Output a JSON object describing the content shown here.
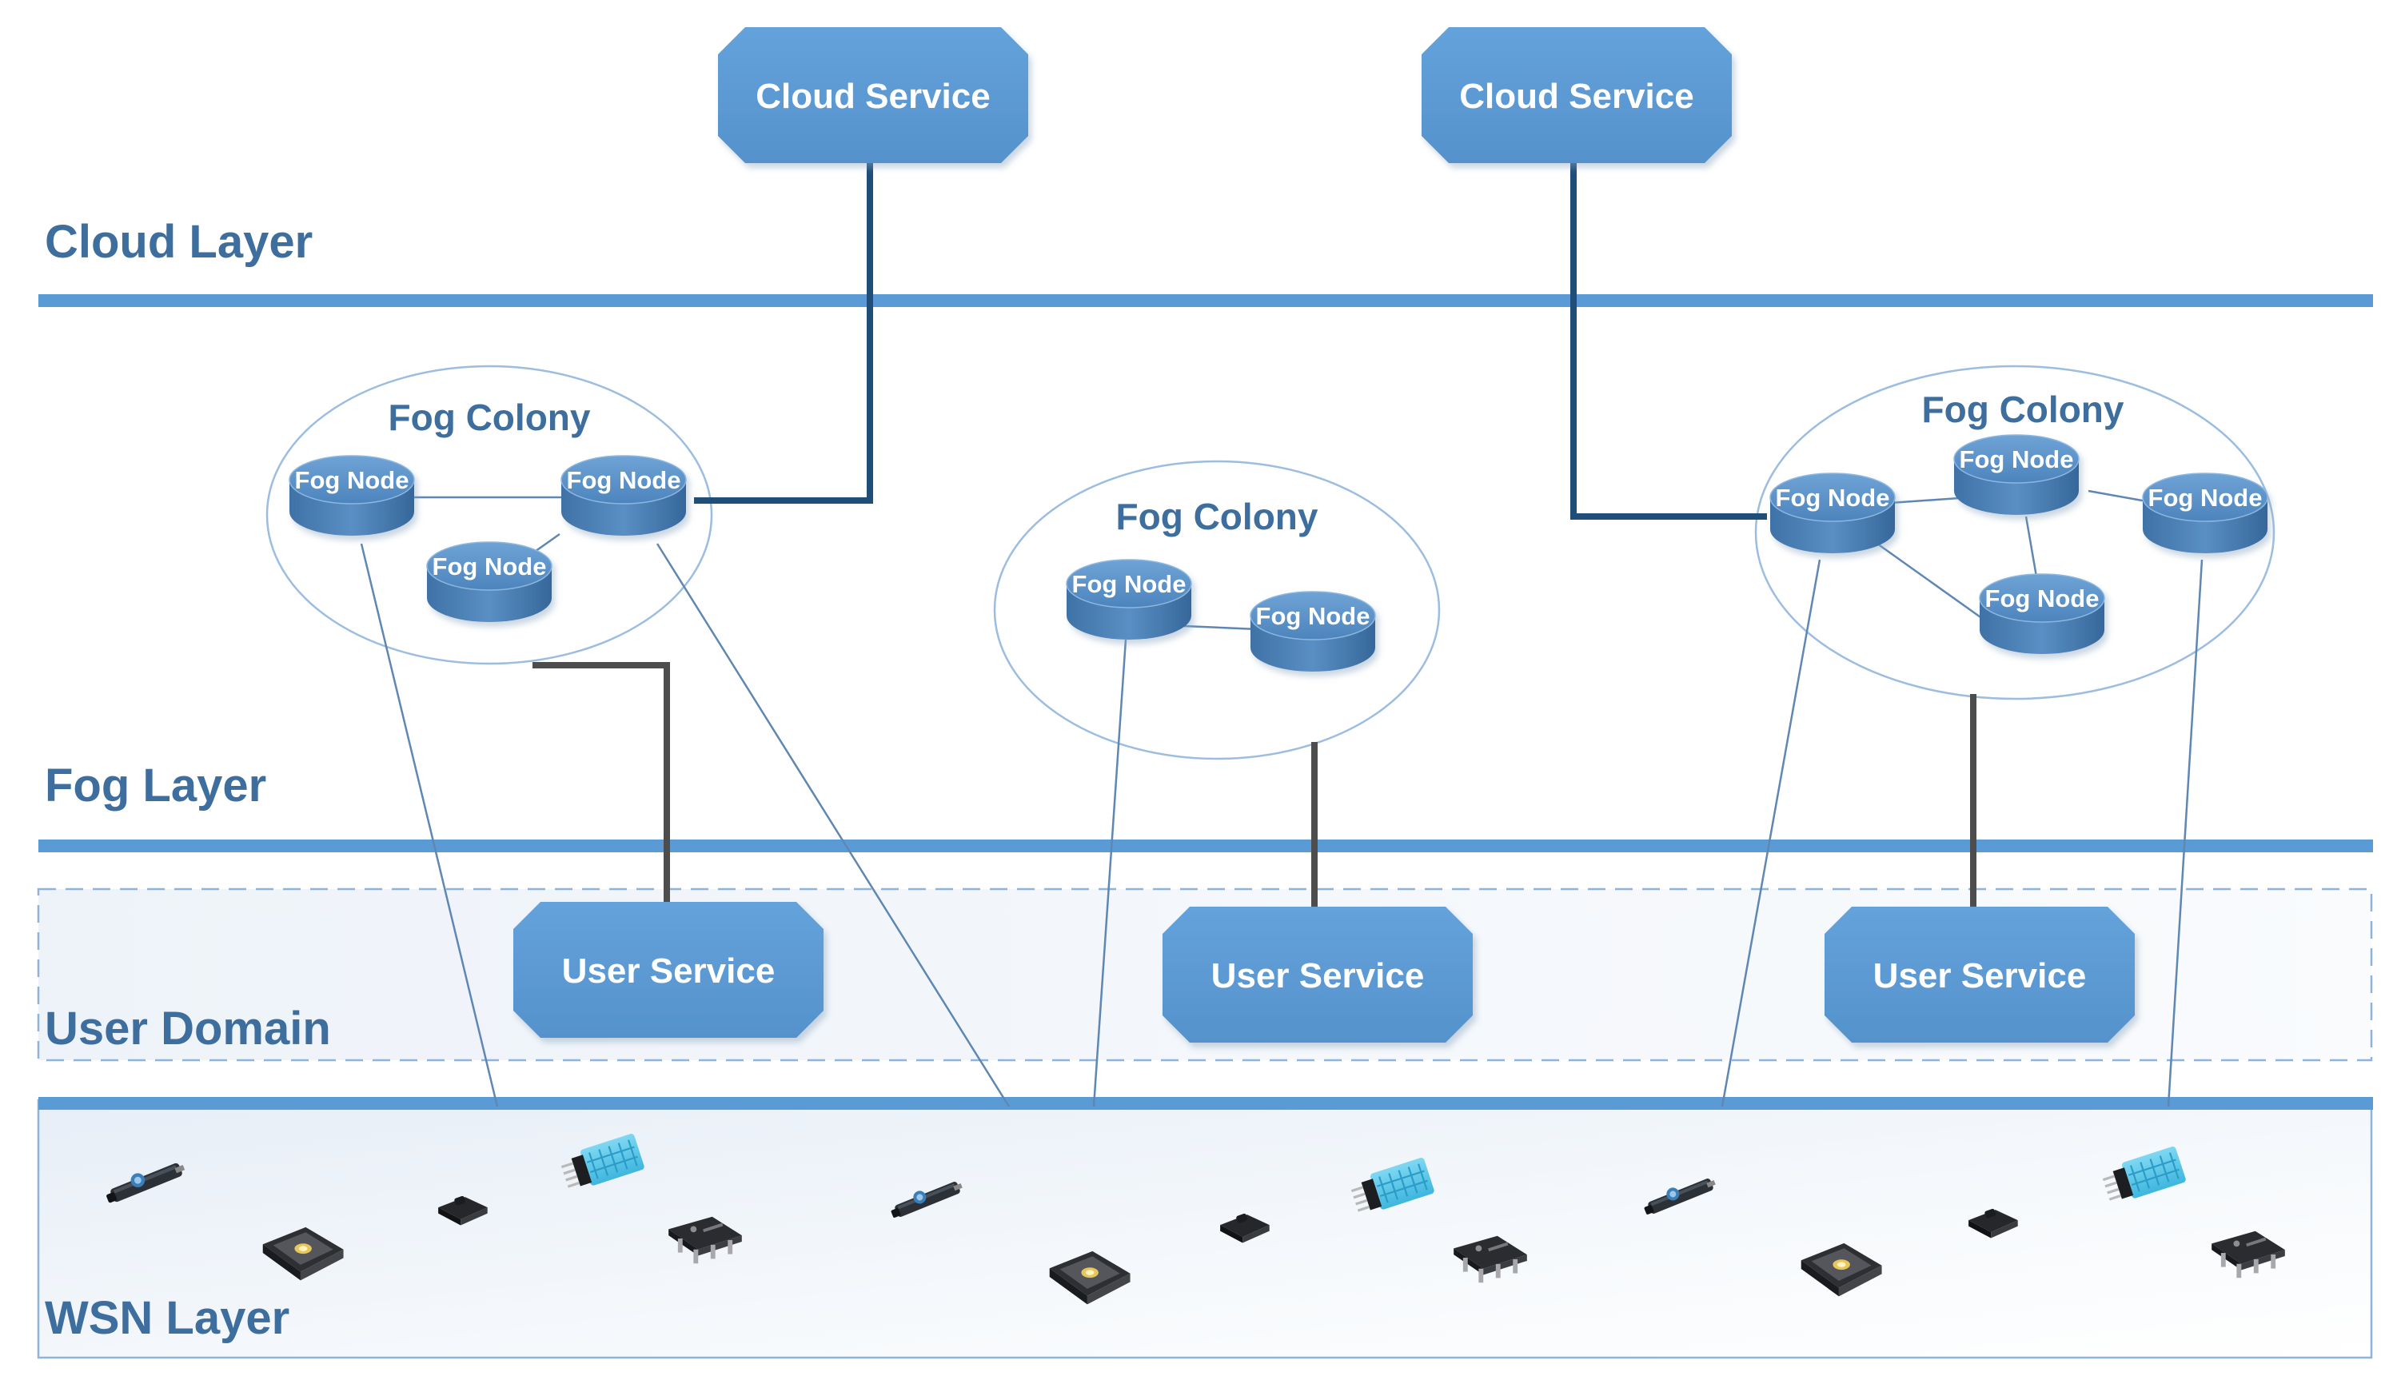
{
  "layers": {
    "cloud": "Cloud Layer",
    "fog": "Fog Layer",
    "user": "User Domain",
    "wsn": "WSN Layer"
  },
  "cloud_services": [
    "Cloud Service",
    "Cloud Service"
  ],
  "user_services": [
    "User Service",
    "User Service",
    "User Service"
  ],
  "fog_colonies": [
    {
      "label": "Fog Colony",
      "nodes": [
        "Fog Node",
        "Fog Node",
        "Fog Node"
      ]
    },
    {
      "label": "Fog Colony",
      "nodes": [
        "Fog Node",
        "Fog Node"
      ]
    },
    {
      "label": "Fog Colony",
      "nodes": [
        "Fog Node",
        "Fog Node",
        "Fog Node",
        "Fog Node"
      ]
    }
  ],
  "sensors": [
    "ir-sensor",
    "pressure-sensor",
    "gas-sensor",
    "humidity-sensor",
    "current-sensor"
  ],
  "colors": {
    "layer_line": "#5B9BD5",
    "service_fill": "#5B9BD5",
    "node_fill": "#4A80B5",
    "connector_dark": "#1F4E79",
    "connector_gray": "#4D4D4D",
    "text": "#3E6E9E"
  }
}
